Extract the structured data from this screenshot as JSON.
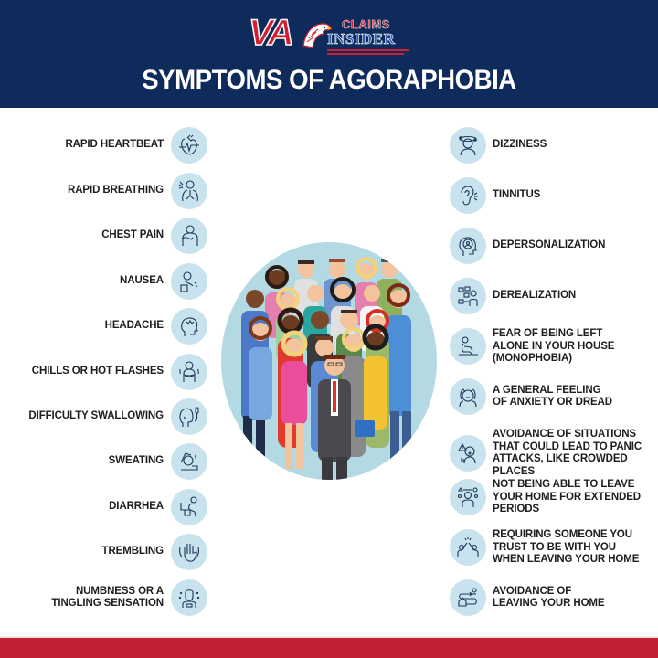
{
  "header": {
    "logo": {
      "va": "VA",
      "claims": "CLAIMS",
      "insider": "INSIDER"
    },
    "title": "SYMPTOMS OF AGORAPHOBIA",
    "background": "#0f2b5b"
  },
  "left_symptoms": [
    {
      "label": "RAPID HEARTBEAT",
      "icon": "heart-icon"
    },
    {
      "label": "RAPID BREATHING",
      "icon": "lungs-icon"
    },
    {
      "label": "CHEST PAIN",
      "icon": "chest-pain-icon"
    },
    {
      "label": "NAUSEA",
      "icon": "nausea-icon"
    },
    {
      "label": "HEADACHE",
      "icon": "headache-icon"
    },
    {
      "label": "CHILLS OR HOT FLASHES",
      "icon": "chills-icon"
    },
    {
      "label": "DIFFICULTY SWALLOWING",
      "icon": "swallowing-icon"
    },
    {
      "label": "SWEATING",
      "icon": "sweating-icon"
    },
    {
      "label": "DIARRHEA",
      "icon": "toilet-icon"
    },
    {
      "label": "TREMBLING",
      "icon": "trembling-hand-icon"
    },
    {
      "label_line1": "NUMBNESS OR A",
      "label_line2": "TINGLING SENSATION",
      "icon": "tingling-icon"
    }
  ],
  "right_symptoms": [
    {
      "lines": [
        "DIZZINESS"
      ],
      "icon": "dizziness-icon"
    },
    {
      "lines": [
        "TINNITUS"
      ],
      "icon": "ear-icon"
    },
    {
      "lines": [
        "DEPERSONALIZATION"
      ],
      "icon": "head-mind-icon"
    },
    {
      "lines": [
        "DEREALIZATION"
      ],
      "icon": "derealization-icon"
    },
    {
      "lines": [
        "FEAR OF BEING LEFT",
        "ALONE IN YOUR HOUSE",
        "(MONOPHOBIA)"
      ],
      "icon": "sitting-alone-icon"
    },
    {
      "lines": [
        "A GENERAL FEELING",
        "OF ANXIETY OR DREAD"
      ],
      "icon": "anxiety-icon"
    },
    {
      "lines": [
        "AVOIDANCE OF SITUATIONS",
        "THAT COULD LEAD TO PANIC",
        "ATTACKS, LIKE CROWDED",
        "PLACES"
      ],
      "icon": "panic-warning-icon"
    },
    {
      "lines": [
        "NOT BEING ABLE TO LEAVE",
        "YOUR HOME FOR EXTENDED",
        "PERIODS"
      ],
      "icon": "person-thoughts-icon"
    },
    {
      "lines": [
        " REQUIRING SOMEONE YOU",
        "TRUST TO BE WITH YOU",
        "WHEN LEAVING YOUR HOME"
      ],
      "icon": "high-five-icon"
    },
    {
      "lines": [
        "AVOIDANCE OF",
        "LEAVING YOUR HOME"
      ],
      "icon": "home-path-icon"
    }
  ],
  "center_image": {
    "description": "crowd-of-people-illustration",
    "background": "#b3d9e3"
  },
  "colors": {
    "navy": "#0f2b5b",
    "red": "#c02033",
    "icon_bg": "#c8e2ee",
    "icon_stroke": "#1d3557",
    "text": "#1e1e1e"
  }
}
